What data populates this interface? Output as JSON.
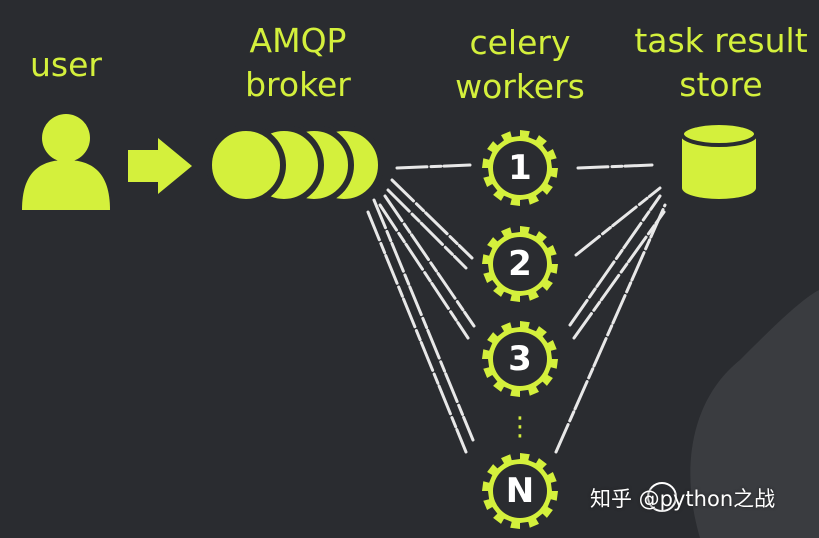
{
  "labels": {
    "user": "user",
    "broker_line1": "AMQP",
    "broker_line2": "broker",
    "workers_line1": "celery",
    "workers_line2": "workers",
    "store_line1": "task result",
    "store_line2": "store"
  },
  "workers": [
    "1",
    "2",
    "3",
    "N"
  ],
  "ellipsis": "⋮",
  "watermark": {
    "text": "知乎 @python之战"
  },
  "colors": {
    "background": "#2a2c30",
    "accent": "#d4f03c",
    "line": "#e8e8e8",
    "gear_fill": "#2a2c30"
  },
  "icons": [
    "user-icon",
    "arrow-icon",
    "queue-icon",
    "gear-icon",
    "database-icon",
    "zhihu-logo-icon"
  ]
}
